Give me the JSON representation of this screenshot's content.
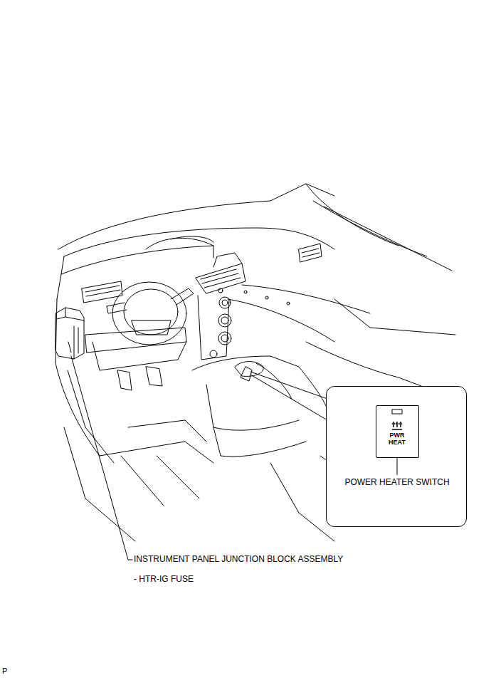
{
  "diagram": {
    "nodes": [
      {
        "text": [
          "POWER HEATER SWITCH"
        ]
      },
      {
        "text": [
          "PWR HEAT"
        ],
        "in": 0
      }
    ],
    "labels": [
      "INSTRUMENT PANEL JUNCTION BLOCK ASSEMBLY",
      "- HTR-IG FUSE",
      "P"
    ]
  }
}
